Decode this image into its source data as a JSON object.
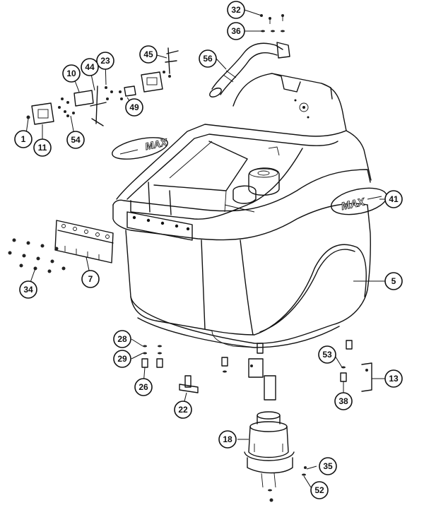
{
  "diagram": {
    "callouts": [
      {
        "id": "c32",
        "label": "32"
      },
      {
        "id": "c36",
        "label": "36"
      },
      {
        "id": "c45",
        "label": "45"
      },
      {
        "id": "c56",
        "label": "56"
      },
      {
        "id": "c23",
        "label": "23"
      },
      {
        "id": "c44",
        "label": "44"
      },
      {
        "id": "c10",
        "label": "10"
      },
      {
        "id": "c49",
        "label": "49"
      },
      {
        "id": "c1",
        "label": "1"
      },
      {
        "id": "c11",
        "label": "11"
      },
      {
        "id": "c54",
        "label": "54"
      },
      {
        "id": "c41",
        "label": "41"
      },
      {
        "id": "c7",
        "label": "7"
      },
      {
        "id": "c34",
        "label": "34"
      },
      {
        "id": "c5",
        "label": "5"
      },
      {
        "id": "c28",
        "label": "28"
      },
      {
        "id": "c29",
        "label": "29"
      },
      {
        "id": "c26",
        "label": "26"
      },
      {
        "id": "c22",
        "label": "22"
      },
      {
        "id": "c53",
        "label": "53"
      },
      {
        "id": "c13",
        "label": "13"
      },
      {
        "id": "c38",
        "label": "38"
      },
      {
        "id": "c18",
        "label": "18"
      },
      {
        "id": "c35",
        "label": "35"
      },
      {
        "id": "c52",
        "label": "52"
      }
    ],
    "decals": {
      "left_logo": "MAX",
      "right_logo": "MAX"
    }
  }
}
